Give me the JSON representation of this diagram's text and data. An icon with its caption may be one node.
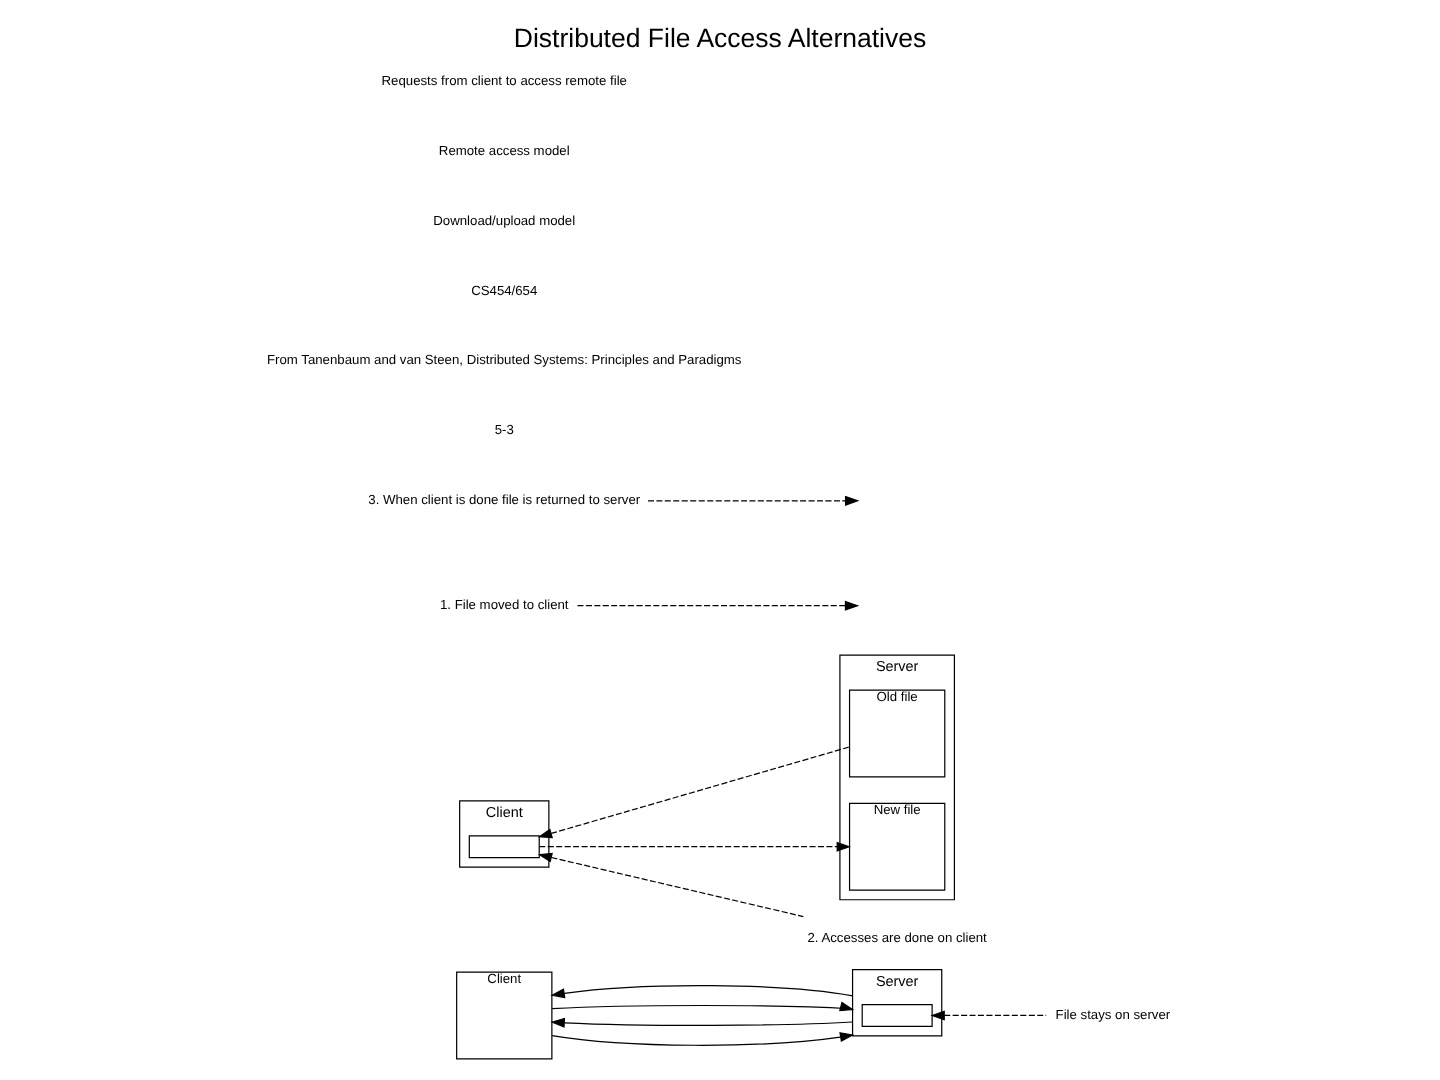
{
  "diagram": {
    "title": "Distributed File Access Alternatives",
    "nodes": [
      {
        "text": [
          "Client"
        ]
      },
      {
        "text": [
          "Server"
        ]
      },
      {
        "text": [],
        "shape": "box",
        "in": 1
      },
      {
        "text": [
          "File stays on server"
        ]
      },
      {
        "text": [
          "Client"
        ]
      },
      {
        "text": [],
        "shape": "box",
        "in": 4
      },
      {
        "text": [
          "Server"
        ]
      },
      {
        "text": [
          "Old file"
        ],
        "in": 6
      },
      {
        "text": [
          "New file"
        ],
        "in": 6
      },
      {
        "text": [
          "1. File moved to client"
        ]
      },
      {
        "text": [
          "2. Accesses are done on client"
        ]
      },
      {
        "text": [
          "3. When client is done file is returned to server"
        ]
      }
    ],
    "edges": [
      {
        "from": 0,
        "to": 1,
        "arrow": "to"
      },
      {
        "from": 1,
        "to": 0,
        "arrow": "to"
      },
      {
        "from": 0,
        "to": 1,
        "arrow": "to"
      },
      {
        "from": 1,
        "to": 0,
        "arrow": "to"
      },
      {
        "from": 3,
        "to": 2,
        "arrow": "to",
        "style": "dashed"
      },
      {
        "from": 7,
        "to": 5,
        "arrow": "to",
        "style": "dashed"
      },
      {
        "from": 5,
        "to": 8,
        "arrow": "to",
        "style": "dashed"
      },
      {
        "from": 9,
        "to": null,
        "arrow": "to",
        "style": "dashed"
      },
      {
        "from": 10,
        "to": 5,
        "arrow": "to",
        "style": "dashed"
      },
      {
        "from": 11,
        "to": null,
        "arrow": "to",
        "style": "dashed"
      }
    ],
    "labels": [
      "Requests from client to access remote file",
      "Remote access model",
      "Download/upload model",
      "CS454/654",
      "From Tanenbaum and van Steen, Distributed Systems: Principles and Paradigms",
      "5-3"
    ]
  }
}
